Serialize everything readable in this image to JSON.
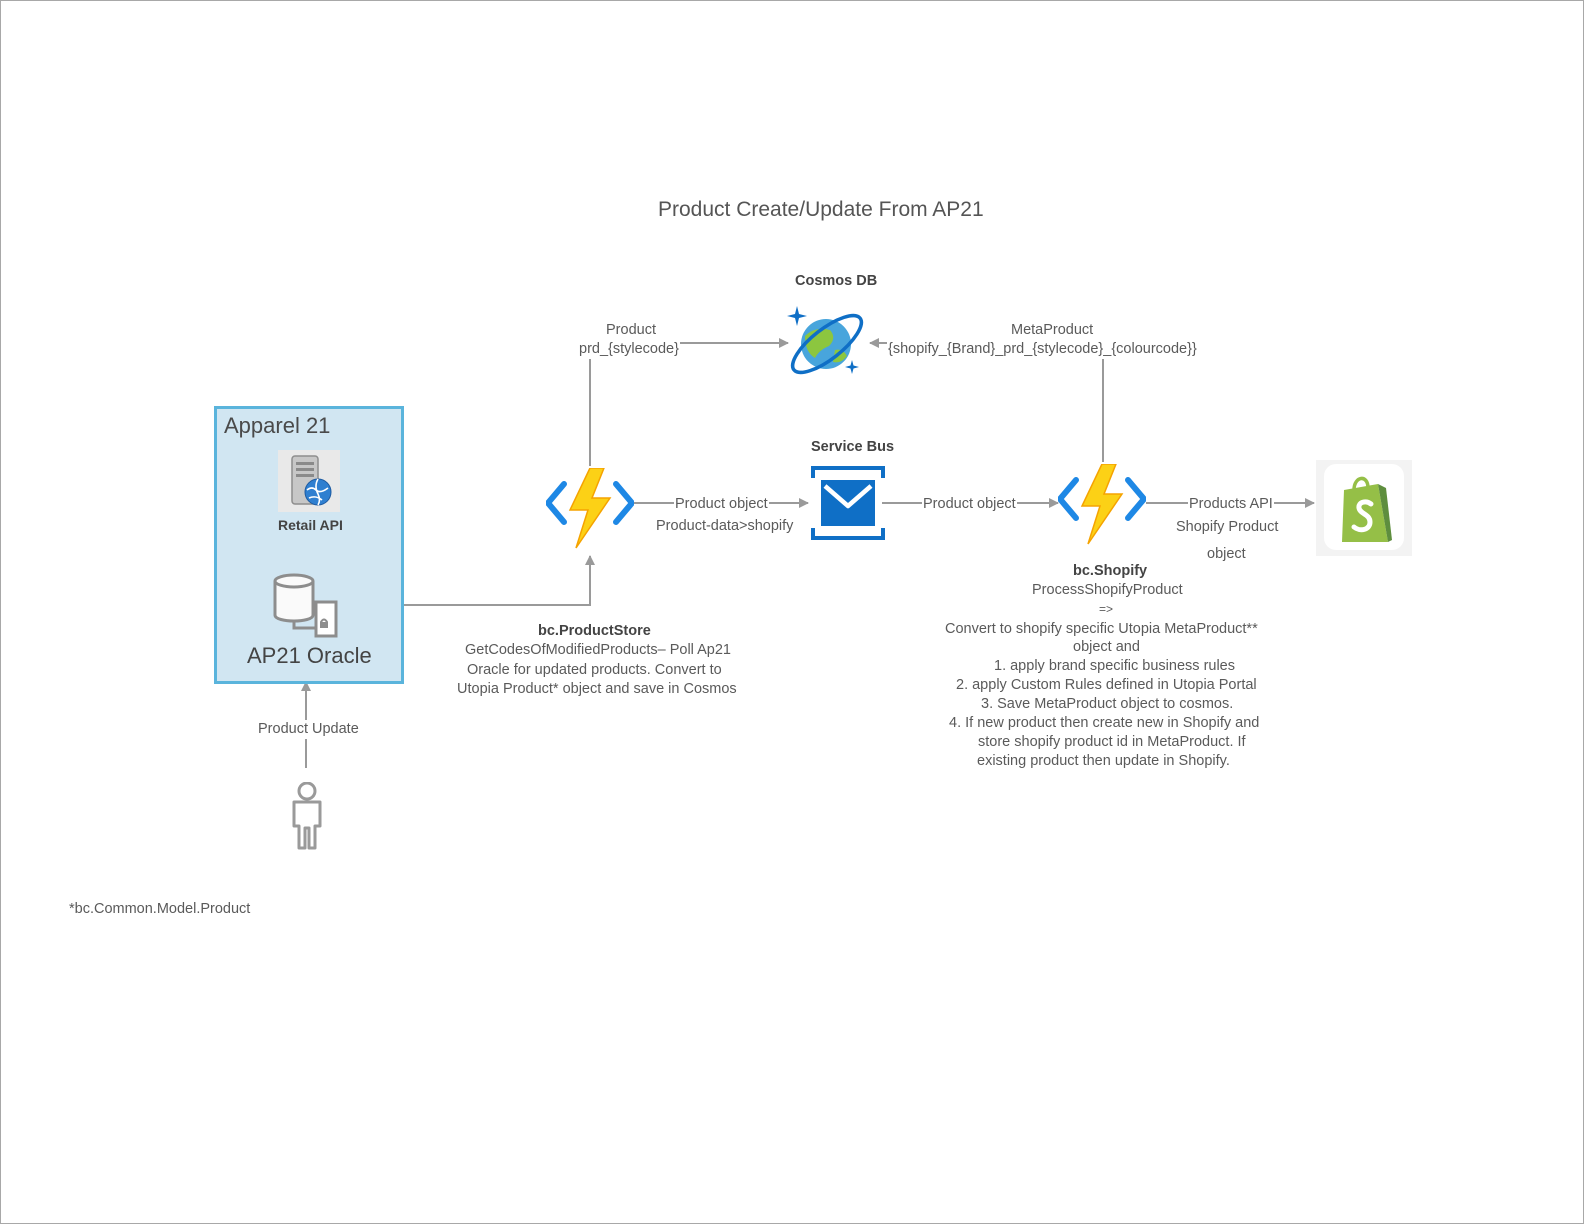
{
  "diagram": {
    "title": "Product Create/Update From AP21",
    "apparel_box": {
      "title": "Apparel 21",
      "retail_api_label": "Retail API",
      "oracle_label": "AP21 Oracle"
    },
    "user_edge_label": "Product Update",
    "cosmos": {
      "label": "Cosmos DB"
    },
    "service_bus": {
      "label": "Service Bus"
    },
    "edges": {
      "store_to_cosmos": {
        "line1": "Product",
        "line2": "prd_{stylecode}"
      },
      "shopify_to_cosmos": {
        "line1": "MetaProduct",
        "line2": "{shopify_{Brand}_prd_{stylecode}_{colourcode}}"
      },
      "store_to_bus": {
        "line1": "Product object",
        "line2": "Product-data>shopify"
      },
      "bus_to_shopify": {
        "line1": "Product object"
      },
      "shopify_to_store": {
        "line1": "Products API",
        "line2": "Shopify Product",
        "line3": "object"
      }
    },
    "product_store": {
      "name": "bc.ProductStore",
      "line1": "GetCodesOfModifiedProducts– Poll Ap21",
      "line2": "Oracle for updated products. Convert to",
      "line3": "Utopia Product* object and save in Cosmos"
    },
    "shopify_func": {
      "name": "bc.Shopify",
      "line1": "ProcessShopifyProduct",
      "line2": "=>",
      "line3": "Convert to shopify specific Utopia MetaProduct**",
      "line4": "object and",
      "line5": "1. apply brand specific business rules",
      "line6": "2. apply Custom Rules defined in Utopia Portal",
      "line7": "3. Save MetaProduct object to cosmos.",
      "line8": "4. If new product then create new in Shopify and",
      "line9": "store shopify product id in MetaProduct. If",
      "line10": "existing product then update in Shopify."
    },
    "footnote": "*bc.Common.Model.Product"
  },
  "colors": {
    "box_fill": "#d1e6f2",
    "box_border": "#5ab4dc",
    "arrow": "#9a9a9a",
    "azure_blue": "#0f6fc6",
    "function_yellow": "#fcd116",
    "shopify_green": "#95bf47"
  },
  "icons": [
    "server-globe-icon",
    "database-icon",
    "user-icon",
    "cosmos-db-icon",
    "service-bus-icon",
    "azure-function-icon",
    "shopify-bag-icon"
  ]
}
